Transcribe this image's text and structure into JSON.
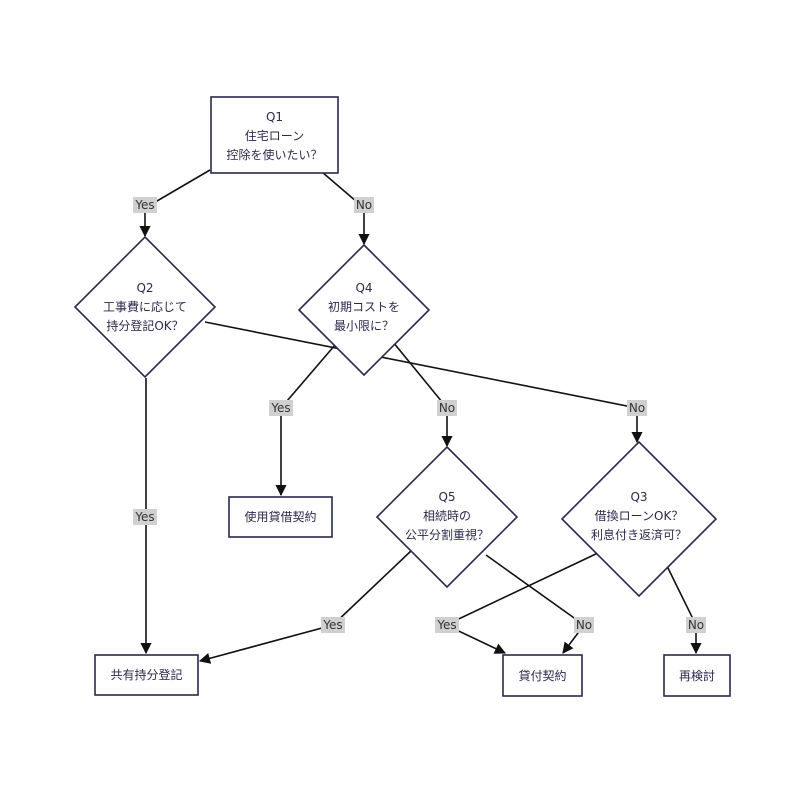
{
  "nodes": {
    "q1": {
      "lines": [
        "Q1",
        "住宅ローン",
        "控除を使いたい？"
      ]
    },
    "q2": {
      "lines": [
        "Q2",
        "工事費に応じて",
        "持分登記OK？"
      ]
    },
    "q4": {
      "lines": [
        "Q4",
        "初期コストを",
        "最小限に？"
      ]
    },
    "q5": {
      "lines": [
        "Q5",
        "相続時の",
        "公平分割重視？"
      ]
    },
    "q3": {
      "lines": [
        "Q3",
        "借換ローンOK？",
        "利息付き返済可？"
      ]
    },
    "shiyou": {
      "lines": [
        "使用貸借契約"
      ]
    },
    "kyouyu": {
      "lines": [
        "共有持分登記"
      ]
    },
    "kashitsuke": {
      "lines": [
        "貸付契約"
      ]
    },
    "saikentou": {
      "lines": [
        "再検討"
      ]
    }
  },
  "edge_labels": {
    "q1_q2": "Yes",
    "q1_q4": "No",
    "q2_q3": "No",
    "q2_kyouyu": "Yes",
    "q4_shiyou": "Yes",
    "q4_q5": "No",
    "q5_kyouyu": "Yes",
    "q5_kashitsuke": "No",
    "q3_kashitsuke": "Yes",
    "q3_saikentou": "No"
  }
}
